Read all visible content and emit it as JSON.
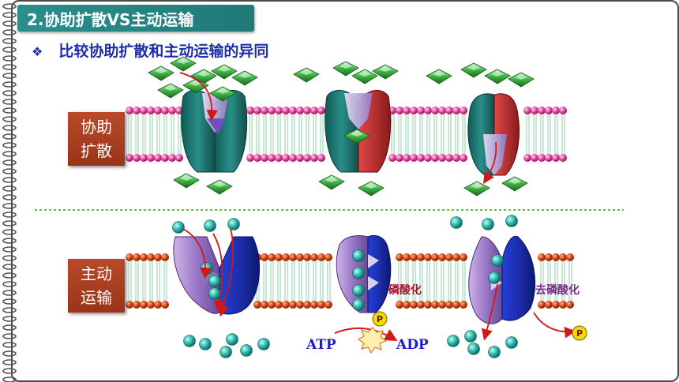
{
  "slide": {
    "section_title": "2.协助扩散VS主动运输",
    "subtitle": "比较协助扩散和主动运输的异同",
    "bullet_icon": "diamond-bullet-icon"
  },
  "labels": {
    "facilitated_line1": "协助",
    "facilitated_line2": "扩散",
    "active_line1": "主动",
    "active_line2": "运输"
  },
  "annotations": {
    "phosphorylation": "磷酸化",
    "dephosphorylation": "去磷酸化",
    "atp": "ATP",
    "adp": "ADP",
    "phosphate": "P"
  },
  "colors": {
    "title_bg": "#2a8f8c",
    "subtitle": "#1f2ea8",
    "label_bg": "#a83c1e",
    "phospho_red": "#b0102a",
    "dephospho_purple": "#7a2a8a",
    "atp_blue": "#1a1ad0"
  }
}
